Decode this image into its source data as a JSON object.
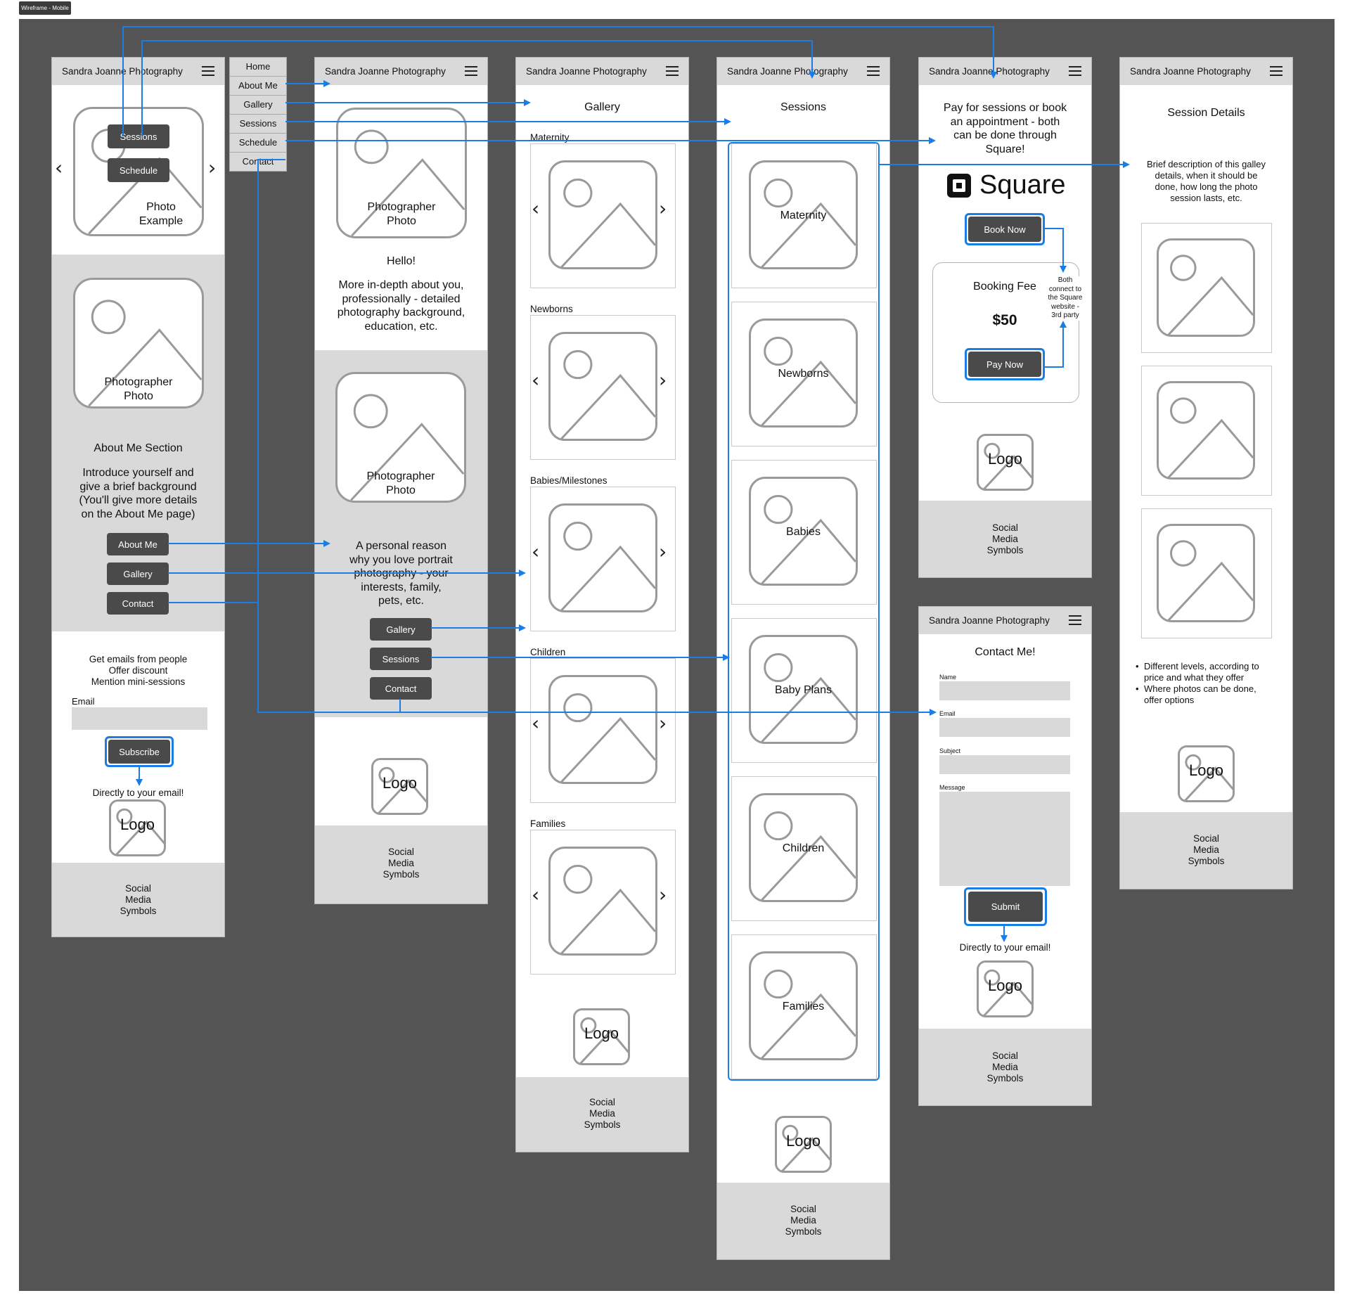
{
  "frame_label": "Wireframe - Mobile",
  "site_title": "Sandra Joanne Photography",
  "nav_menu": [
    "Home",
    "About Me",
    "Gallery",
    "Sessions",
    "Schedule",
    "Contact"
  ],
  "home": {
    "hero_buttons": [
      "Sessions",
      "Schedule"
    ],
    "hero_caption": [
      "Photo",
      "Example"
    ],
    "photographer_caption": [
      "Photographer",
      "Photo"
    ],
    "about_heading": "About Me Section",
    "about_text": [
      "Introduce yourself and",
      "give a brief background",
      "(You'll give more details",
      "on the About Me page)"
    ],
    "about_buttons": [
      "About Me",
      "Gallery",
      "Contact"
    ],
    "email_note": [
      "Get emails from people",
      "Offer discount",
      "Mention mini-sessions"
    ],
    "email_label": "Email",
    "subscribe": "Subscribe",
    "direct": "Directly to your email!",
    "logo": "Logo",
    "social": [
      "Social",
      "Media",
      "Symbols"
    ]
  },
  "about": {
    "photo1": [
      "Photographer",
      "Photo"
    ],
    "hello": "Hello!",
    "bio": [
      "More in-depth about you,",
      "professionally - detailed",
      "photography background,",
      "education, etc."
    ],
    "photo2": [
      "Photographer",
      "Photo"
    ],
    "reason": [
      "A personal reason",
      "why you love portrait",
      "photography - your",
      "interests, family,",
      "pets, etc."
    ],
    "buttons": [
      "Gallery",
      "Sessions",
      "Contact"
    ],
    "logo": "Logo",
    "social": [
      "Social",
      "Media",
      "Symbols"
    ]
  },
  "gallery": {
    "title": "Gallery",
    "categories": [
      "Maternity",
      "Newborns",
      "Babies/Milestones",
      "Children",
      "Families"
    ],
    "logo": "Logo",
    "social": [
      "Social",
      "Media",
      "Symbols"
    ]
  },
  "sessions": {
    "title": "Sessions",
    "items": [
      "Maternity",
      "Newborns",
      "Babies",
      "Baby Plans",
      "Children",
      "Families"
    ],
    "logo": "Logo",
    "social": [
      "Social",
      "Media",
      "Symbols"
    ]
  },
  "schedule": {
    "intro": [
      "Pay for sessions or book",
      "an appointment - both",
      "can be done through",
      "Square!"
    ],
    "brand": "Square",
    "book_now": "Book Now",
    "fee_label": "Booking Fee",
    "fee_value": "$50",
    "pay_now": "Pay Now",
    "note": [
      "Both",
      "connect to",
      "the Square",
      "website -",
      "3rd party"
    ],
    "logo": "Logo",
    "social": [
      "Social",
      "Media",
      "Symbols"
    ]
  },
  "contact": {
    "title": "Contact Me!",
    "fields": [
      "Name",
      "Email",
      "Subject",
      "Message"
    ],
    "submit": "Submit",
    "direct": "Directly to your email!",
    "logo": "Logo",
    "social": [
      "Social",
      "Media",
      "Symbols"
    ]
  },
  "details": {
    "title": "Session Details",
    "desc": [
      "Brief description of this galley",
      "details, when it should be",
      "done, how long the photo",
      "session lasts, etc."
    ],
    "bullets": [
      [
        "Different levels, according to",
        "price and what they offer"
      ],
      [
        "Where photos can be done,",
        "offer options"
      ]
    ],
    "logo": "Logo",
    "social": [
      "Social",
      "Media",
      "Symbols"
    ]
  },
  "colors": {
    "canvas": "#545454",
    "accent": "#1a7de6",
    "button": "#4a4a4a",
    "panel": "#d9d9d9"
  }
}
